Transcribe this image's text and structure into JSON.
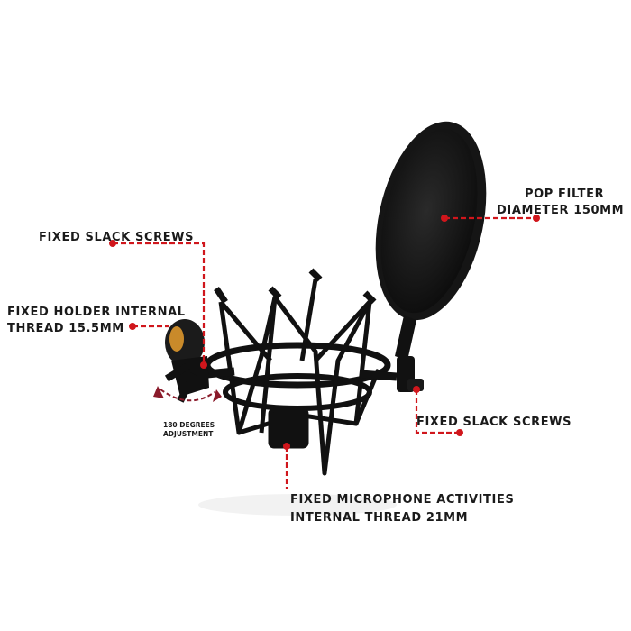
{
  "colors": {
    "leader": "#d0161c",
    "product": "#111111",
    "text": "#1a1a1a"
  },
  "callouts": {
    "top_left_screws": "FIXED SLACK SCREWS",
    "holder_line1": "FIXED HOLDER INTERNAL",
    "holder_line2": "THREAD 15.5MM",
    "pop_line1": "POP FILTER",
    "pop_line2": "DIAMETER 150MM",
    "right_screws": "FIXED SLACK SCREWS",
    "mic_line1": "FIXED MICROPHONE ACTIVITIES",
    "mic_line2": "INTERNAL THREAD 21MM",
    "adjust_line1": "180 DEGREES",
    "adjust_line2": "ADJUSTMENT"
  }
}
